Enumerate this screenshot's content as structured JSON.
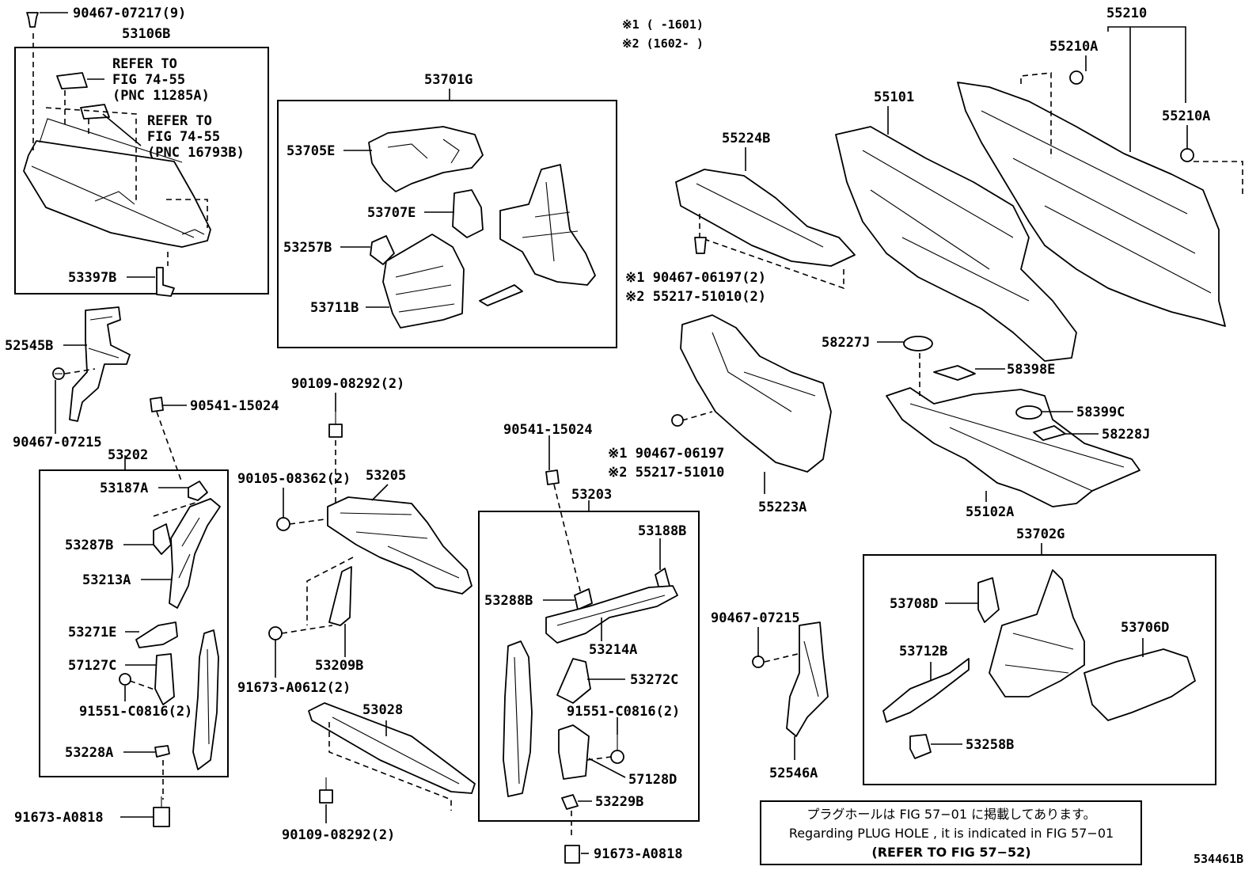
{
  "figure_code": "534461B",
  "legend": {
    "range1": "※1 (      -1601)",
    "range2": "※2 (1602-      )"
  },
  "labels": {
    "p90467_07217": "90467-07217(9)",
    "p53106B": "53106B",
    "refer1_l1": "REFER TO",
    "refer1_l2": "FIG 74-55",
    "refer1_l3": "(PNC 11285A)",
    "refer2_l1": "REFER TO",
    "refer2_l2": "FIG 74-55",
    "refer2_l3": "(PNC 16793B)",
    "p53397B": "53397B",
    "p52545B": "52545B",
    "p90467_07215a": "90467-07215",
    "p90541_15024a": "90541-15024",
    "p53202": "53202",
    "p53187A": "53187A",
    "p53287B": "53287B",
    "p53213A": "53213A",
    "p53271E": "53271E",
    "p57127C": "57127C",
    "p91551_C0816a": "91551-C0816(2)",
    "p53228A": "53228A",
    "p91673_A0818a": "91673-A0818",
    "p53701G": "53701G",
    "p53705E": "53705E",
    "p53707E": "53707E",
    "p53257B": "53257B",
    "p53711B": "53711B",
    "p90109_08292a": "90109-08292(2)",
    "p90105_08362": "90105-08362(2)",
    "p53205": "53205",
    "p91673_A0612": "91673-A0612(2)",
    "p53209B": "53209B",
    "p53028": "53028",
    "p90109_08292b": "90109-08292(2)",
    "p90541_15024b": "90541-15024",
    "p53203": "53203",
    "p53188B": "53188B",
    "p53288B": "53288B",
    "p53214A": "53214A",
    "p53272C": "53272C",
    "p91551_C0816b": "91551-C0816(2)",
    "p57128D": "57128D",
    "p53229B": "53229B",
    "p91673_A0818b": "91673-A0818",
    "p55224B": "55224B",
    "p90467_06197_2": "※1 90467-06197(2)",
    "p55217_51010_2": "※2 55217-51010(2)",
    "p90467_06197": "※1 90467-06197",
    "p55217_51010": "※2 55217-51010",
    "p55223A": "55223A",
    "p90467_07215b": "90467-07215",
    "p52546A": "52546A",
    "p55101": "55101",
    "p55210": "55210",
    "p55210A_1": "55210A",
    "p55210A_2": "55210A",
    "p58227J": "58227J",
    "p58398E": "58398E",
    "p58399C": "58399C",
    "p58228J": "58228J",
    "p55102A": "55102A",
    "p53702G": "53702G",
    "p53708D": "53708D",
    "p53712B": "53712B",
    "p53706D": "53706D",
    "p53258B": "53258B"
  },
  "note": {
    "jp": "プラグホールは FIG 57−01 に掲載してあります。",
    "en": "Regarding  PLUG  HOLE , it is indicated in FIG  57−01",
    "ref": "(REFER  TO  FIG  57−52)"
  }
}
